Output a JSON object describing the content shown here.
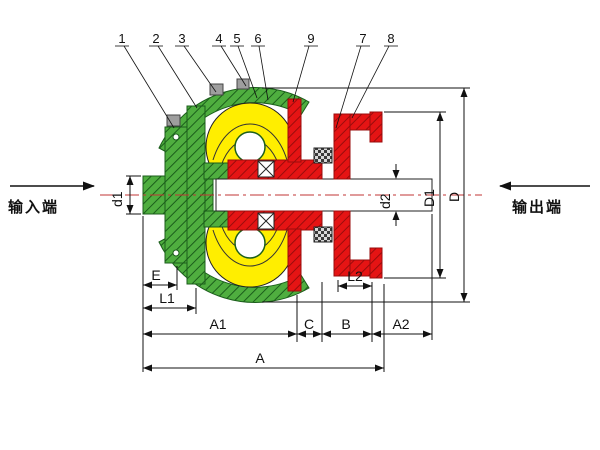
{
  "figure": {
    "input_label": "输入端",
    "output_label": "输出端",
    "callouts": {
      "c1": "1",
      "c2": "2",
      "c3": "3",
      "c4": "4",
      "c5": "5",
      "c6": "6",
      "c9": "9",
      "c7": "7",
      "c8": "8"
    },
    "dimensions": {
      "d1": "d1",
      "d2": "d2",
      "D1": "D1",
      "D": "D",
      "E": "E",
      "L1": "L1",
      "L2": "L2",
      "A1": "A1",
      "C": "C",
      "B": "B",
      "A2": "A2",
      "A": "A"
    },
    "colors": {
      "pump_green": "#4fae3f",
      "turbine_red": "#e51414",
      "fluid_yellow": "#ffee00",
      "line_black": "#111111",
      "background": "#ffffff"
    }
  }
}
